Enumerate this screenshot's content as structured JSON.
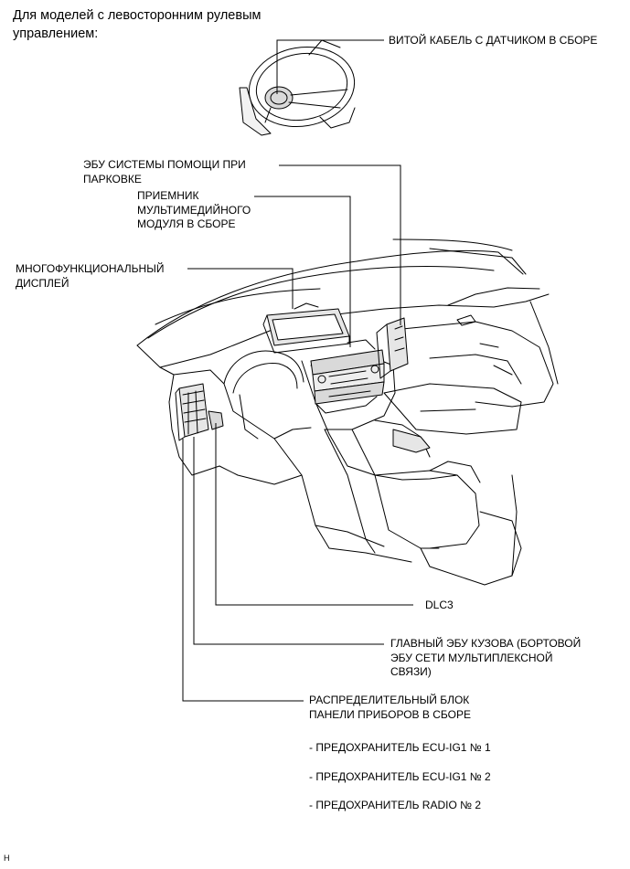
{
  "heading": "Для моделей с левосторонним рулевым\nуправлением:",
  "labels": {
    "spiral_cable": "ВИТОЙ КАБЕЛЬ С ДАТЧИКОМ В СБОРЕ",
    "parking_ecu": "ЭБУ СИСТЕМЫ ПОМОЩИ ПРИ\nПАРКОВКЕ",
    "multimedia_receiver": "ПРИЕМНИК\nМУЛЬТИМЕДИЙНОГО\nМОДУЛЯ В СБОРЕ",
    "multi_display": "МНОГОФУНКЦИОНАЛЬНЫЙ\nДИСПЛЕЙ",
    "dlc3": "DLC3",
    "main_body_ecu": "ГЛАВНЫЙ ЭБУ КУЗОВА (БОРТОВОЙ\nЭБУ СЕТИ МУЛЬТИПЛЕКСНОЙ\nСВЯЗИ)",
    "junction_block": "РАСПРЕДЕЛИТЕЛЬНЫЙ БЛОК\nПАНЕЛИ ПРИБОРОВ В СБОРЕ"
  },
  "fuses": [
    "- ПРЕДОХРАНИТЕЛЬ ECU-IG1 № 1",
    "- ПРЕДОХРАНИТЕЛЬ ECU-IG1 № 2",
    "- ПРЕДОХРАНИТЕЛЬ RADIO № 2"
  ],
  "corner_mark": "H"
}
